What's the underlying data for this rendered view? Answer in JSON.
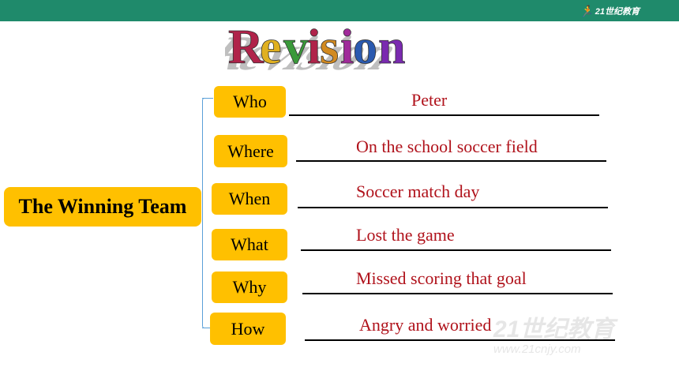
{
  "header": {
    "brand_text": "21世纪教育",
    "brand_sub": "www.21cnjy.com"
  },
  "title": {
    "text": "Revision",
    "letters": [
      "R",
      "e",
      "v",
      "i",
      "s",
      "i",
      "o",
      "n"
    ],
    "letter_colors": [
      "#b0234a",
      "#e0b020",
      "#3a9a3a",
      "#b0234a",
      "#d28a20",
      "#a02a9a",
      "#2a5ab0",
      "#7a2ab0"
    ]
  },
  "mindmap": {
    "center_label": "The Winning Team",
    "branches": [
      {
        "question": "Who",
        "answer": "Peter"
      },
      {
        "question": "Where",
        "answer": "On the school soccer field"
      },
      {
        "question": "When",
        "answer": "Soccer match day"
      },
      {
        "question": "What",
        "answer": "Lost the game"
      },
      {
        "question": "Why",
        "answer": "Missed scoring that goal"
      },
      {
        "question": "How",
        "answer": "Angry and worried"
      }
    ]
  },
  "colors": {
    "header_bar": "#1f8a6b",
    "box_fill": "#ffc000",
    "connector": "#5aa0d8",
    "answer_text": "#b0121b"
  }
}
